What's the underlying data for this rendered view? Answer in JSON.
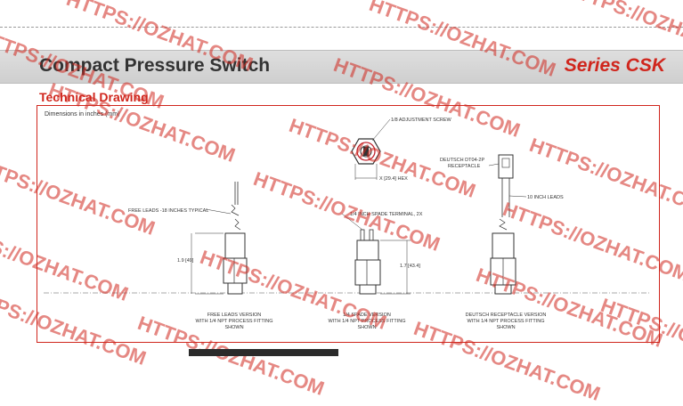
{
  "header": {
    "title": "Compact Pressure Switch",
    "series": "Series CSK"
  },
  "section": {
    "title": "Technical Drawing",
    "note": "Dimensions in inches (mm)"
  },
  "callouts": {
    "adjust_screw": "1/8 ADJUSTMENT SCREW",
    "hex_dim": "X [29.4] HEX",
    "deutsch_receptacle_1": "DEUTSCH DT04-2P",
    "deutsch_receptacle_2": "RECEPTACLE",
    "ten_inch_leads": "10 INCH LEADS",
    "free_leads": "FREE LEADS -18 INCHES TYPICAL",
    "spade_terminal": "1/4 INCH SPADE TERMINAL, 2X",
    "dim_left": "1.9 [49]",
    "dim_mid": "1.7 [43.4]"
  },
  "versions": [
    {
      "line1": "FREE LEADS VERSION",
      "line2": "WITH 1/4 NPT PROCESS FITTING",
      "line3": "SHOWN"
    },
    {
      "line1": "1/4 SPADE VERSION",
      "line2": "WITH 1/4 NPT PROCESS FITTING",
      "line3": "SHOWN"
    },
    {
      "line1": "DEUTSCH RECEPTACLE VERSION",
      "line2": "WITH 1/4 NPT PROCESS FITTING",
      "line3": "SHOWN"
    }
  ],
  "watermark": "HTTPS://OZHAT.COM",
  "colors": {
    "accent": "#d0261d",
    "header_bg": "#d6d6d6",
    "text": "#333333"
  }
}
